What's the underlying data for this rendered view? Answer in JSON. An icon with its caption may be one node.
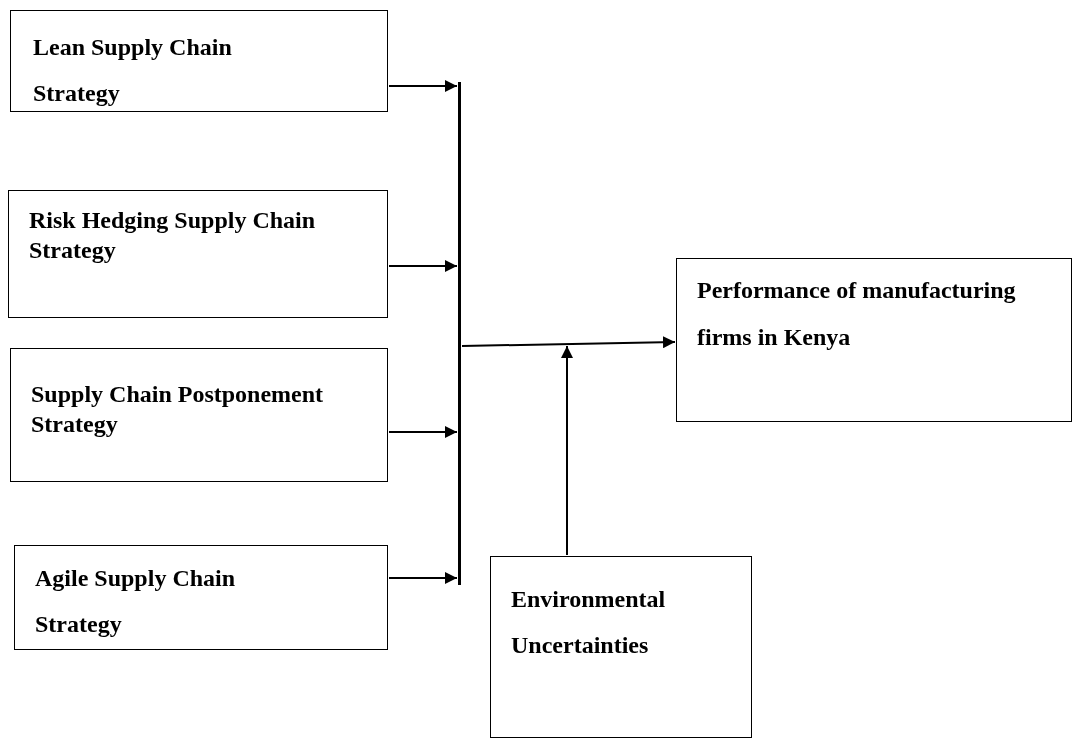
{
  "diagram": {
    "nodes": [
      {
        "text": [
          "Lean Supply Chain Strategy"
        ]
      },
      {
        "text": [
          "Risk Hedging Supply Chain Strategy"
        ]
      },
      {
        "text": [
          "Supply Chain Postponement Strategy"
        ]
      },
      {
        "text": [
          "Agile Supply Chain Strategy"
        ]
      },
      {
        "text": [],
        "shape": "bar"
      },
      {
        "text": [
          "Performance of manufacturing firms in Kenya"
        ]
      },
      {
        "text": [
          "Environmental Uncertainties"
        ]
      }
    ],
    "edges": [
      {
        "from": 0,
        "to": 4,
        "arrow": "to"
      },
      {
        "from": 1,
        "to": 4,
        "arrow": "to"
      },
      {
        "from": 2,
        "to": 4,
        "arrow": "to"
      },
      {
        "from": 3,
        "to": 4,
        "arrow": "to"
      },
      {
        "from": 4,
        "to": 5,
        "arrow": "to"
      },
      {
        "from": 6,
        "to": null,
        "arrow": "to"
      }
    ]
  }
}
